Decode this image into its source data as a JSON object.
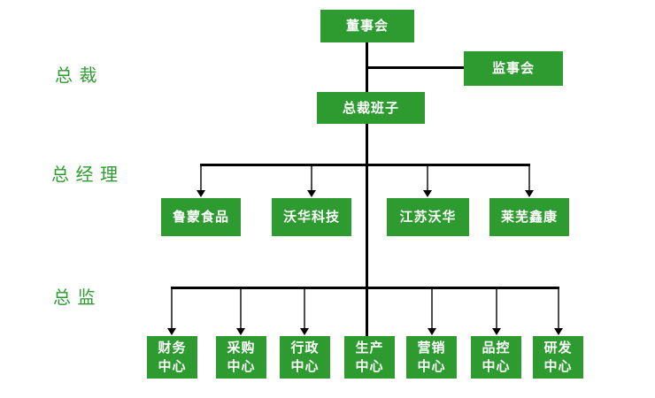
{
  "chart": {
    "row_labels": [
      "总 裁",
      "总 经 理",
      "总 监"
    ],
    "nodes": {
      "board": "董事会",
      "supervisory": "监事会",
      "president_team": "总裁班子",
      "subsidiaries": [
        "鲁蒙食品",
        "沃华科技",
        "江苏沃华",
        "莱芜鑫康"
      ],
      "centers": [
        "财务\n中心",
        "采购\n中心",
        "行政\n中心",
        "生产\n中心",
        "营销\n中心",
        "品控\n中心",
        "研发\n中心"
      ]
    },
    "colors": {
      "node_fill": "#2E9B30",
      "node_text": "#FFFFFF",
      "row_label_text": "#2E9B30",
      "connector": "#000000",
      "arrow_shaft": "#4D4D4D"
    }
  }
}
